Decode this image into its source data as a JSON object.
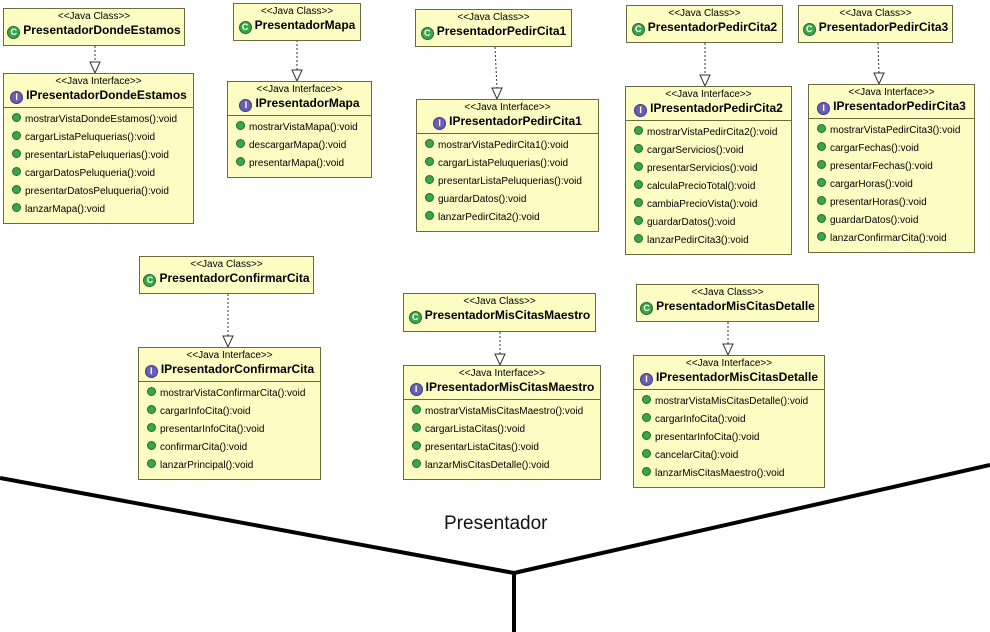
{
  "package_label": "Presentador",
  "stereotypes": {
    "class": "<<Java Class>>",
    "interface": "<<Java Interface>>"
  },
  "colors": {
    "box_fill": "#fdfdc3",
    "box_border": "#6b6b40",
    "class_badge": "#3aa64a",
    "interface_badge": "#6b5fb3"
  },
  "classes": [
    {
      "id": "c1",
      "name": "PresentadorDondeEstamos"
    },
    {
      "id": "c2",
      "name": "PresentadorMapa"
    },
    {
      "id": "c3",
      "name": "PresentadorPedirCita1"
    },
    {
      "id": "c4",
      "name": "PresentadorPedirCita2"
    },
    {
      "id": "c5",
      "name": "PresentadorPedirCita3"
    },
    {
      "id": "c6",
      "name": "PresentadorConfirmarCita"
    },
    {
      "id": "c7",
      "name": "PresentadorMisCitasMaestro"
    },
    {
      "id": "c8",
      "name": "PresentadorMisCitasDetalle"
    }
  ],
  "interfaces": [
    {
      "id": "i1",
      "name": "IPresentadorDondeEstamos",
      "ops": [
        "mostrarVistaDondeEstamos():void",
        "cargarListaPeluquerias():void",
        "presentarListaPeluquerias():void",
        "cargarDatosPeluqueria():void",
        "presentarDatosPeluqueria():void",
        "lanzarMapa():void"
      ]
    },
    {
      "id": "i2",
      "name": "IPresentadorMapa",
      "ops": [
        "mostrarVistaMapa():void",
        "descargarMapa():void",
        "presentarMapa():void"
      ]
    },
    {
      "id": "i3",
      "name": "IPresentadorPedirCita1",
      "ops": [
        "mostrarVistaPedirCita1():void",
        "cargarListaPeluquerias():void",
        "presentarListaPeluquerias():void",
        "guardarDatos():void",
        "lanzarPedirCita2():void"
      ]
    },
    {
      "id": "i4",
      "name": "IPresentadorPedirCita2",
      "ops": [
        "mostrarVistaPedirCita2():void",
        "cargarServicios():void",
        "presentarServicios():void",
        "calculaPrecioTotal():void",
        "cambiaPrecioVista():void",
        "guardarDatos():void",
        "lanzarPedirCita3():void"
      ]
    },
    {
      "id": "i5",
      "name": "IPresentadorPedirCita3",
      "ops": [
        "mostrarVistaPedirCita3():void",
        "cargarFechas():void",
        "presentarFechas():void",
        "cargarHoras():void",
        "presentarHoras():void",
        "guardarDatos():void",
        "lanzarConfirmarCita():void"
      ]
    },
    {
      "id": "i6",
      "name": "IPresentadorConfirmarCita",
      "ops": [
        "mostrarVistaConfirmarCita():void",
        "cargarInfoCita():void",
        "presentarInfoCita():void",
        "confirmarCita():void",
        "lanzarPrincipal():void"
      ]
    },
    {
      "id": "i7",
      "name": "IPresentadorMisCitasMaestro",
      "ops": [
        "mostrarVistaMisCitasMaestro():void",
        "cargarListaCitas():void",
        "presentarListaCitas():void",
        "lanzarMisCitasDetalle():void"
      ]
    },
    {
      "id": "i8",
      "name": "IPresentadorMisCitasDetalle",
      "ops": [
        "mostrarVistaMisCitasDetalle():void",
        "cargarInfoCita():void",
        "presentarInfoCita():void",
        "cancelarCita():void",
        "lanzarMisCitasMaestro():void"
      ]
    }
  ]
}
